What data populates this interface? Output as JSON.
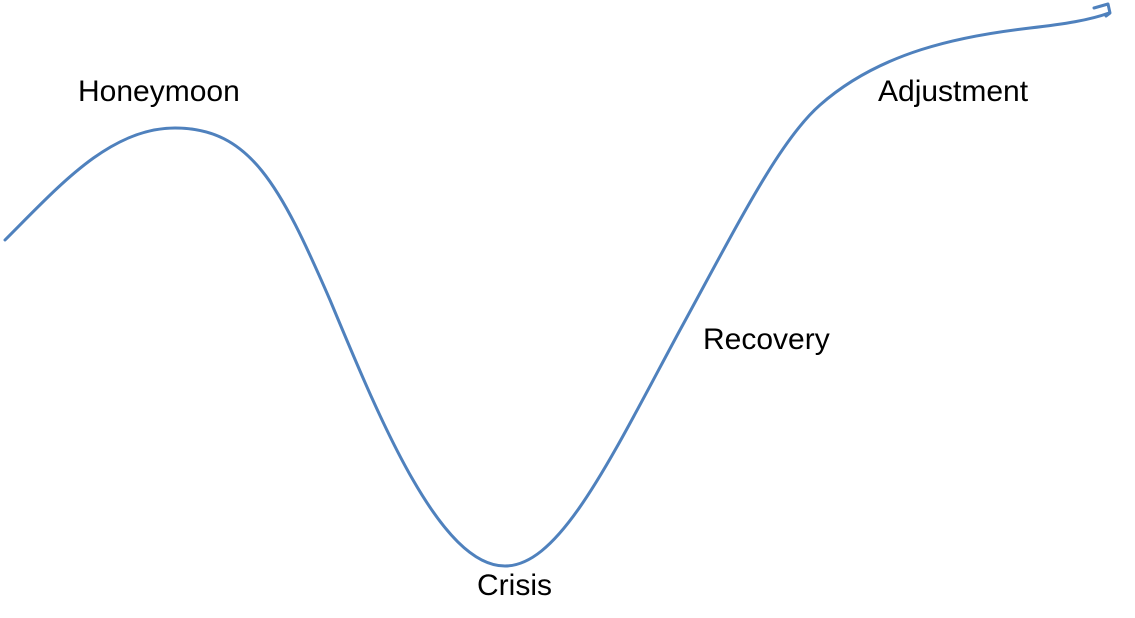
{
  "diagram": {
    "curve_color": "#4F81BD",
    "labels": {
      "honeymoon": "Honeymoon",
      "crisis": "Crisis",
      "recovery": "Recovery",
      "adjustment": "Adjustment"
    }
  }
}
